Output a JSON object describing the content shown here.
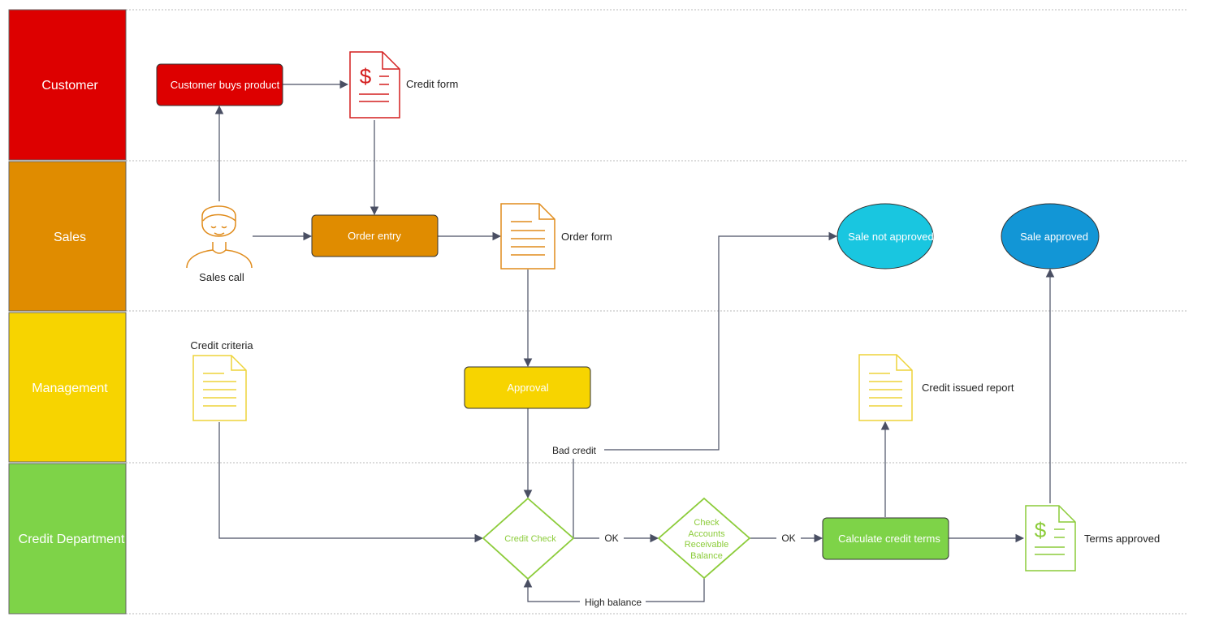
{
  "colors": {
    "customer": "#dd0000",
    "sales": "#e08c00",
    "management": "#f7d400",
    "credit": "#7ed348",
    "green_stroke": "#8ccc3a",
    "cyan": "#19c6e0",
    "blue": "#1296d6",
    "edge": "#4a4f63",
    "doc_red": "#d41f1f",
    "doc_orange": "#e08c1c",
    "doc_yellow": "#eed43a",
    "doc_green": "#8ccc3a"
  },
  "lanes": {
    "customer": "Customer",
    "sales": "Sales",
    "management": "Management",
    "credit": "Credit Department"
  },
  "nodes": {
    "customer_buys": "Customer buys product",
    "credit_form": "Credit form",
    "sales_call": "Sales call",
    "order_entry": "Order entry",
    "order_form": "Order form",
    "sale_not_approved": "Sale not approved",
    "sale_approved": "Sale approved",
    "credit_criteria": "Credit criteria",
    "approval": "Approval",
    "credit_issued_report": "Credit issued report",
    "credit_check": "Credit Check",
    "check_ar_line1": "Check",
    "check_ar_line2": "Accounts",
    "check_ar_line3": "Receivable",
    "check_ar_line4": "Balance",
    "calculate_terms": "Calculate credit terms",
    "terms_approved": "Terms approved"
  },
  "edge_labels": {
    "bad_credit": "Bad credit",
    "ok1": "OK",
    "ok2": "OK",
    "high_balance": "High balance"
  },
  "icons": {
    "person": "person-icon",
    "invoice": "invoice-document-icon",
    "document": "document-icon"
  }
}
